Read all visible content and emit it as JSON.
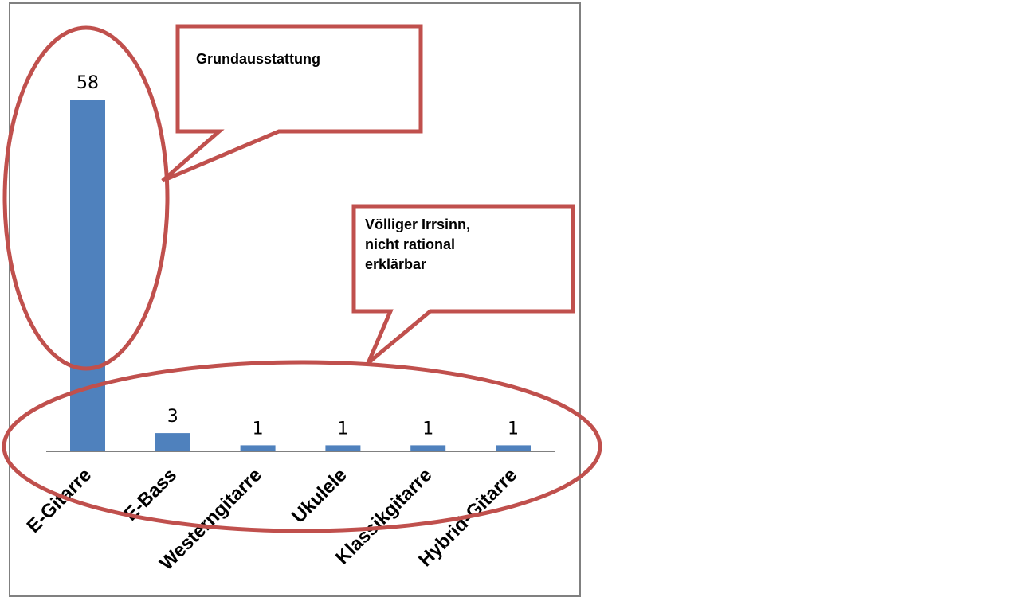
{
  "colors": {
    "bar": "#4f81bd",
    "annotation": "#c0504d",
    "frame": "#808080",
    "axis": "#808080"
  },
  "chart_data": {
    "type": "bar",
    "categories": [
      "E-Gitarre",
      "E-Bass",
      "Westerngitarre",
      "Ukulele",
      "Klassikgitarre",
      "Hybrid-Gitarre"
    ],
    "values": [
      58,
      3,
      1,
      1,
      1,
      1
    ],
    "value_labels": [
      "58",
      "3",
      "1",
      "1",
      "1",
      "1"
    ],
    "ylim": [
      0,
      60
    ],
    "grid": false,
    "legend": "none",
    "annotations": [
      {
        "lines": [
          "Grundausstattung"
        ]
      },
      {
        "lines": [
          "Völliger Irrsinn,",
          "nicht rational",
          "erklärbar"
        ]
      }
    ]
  }
}
